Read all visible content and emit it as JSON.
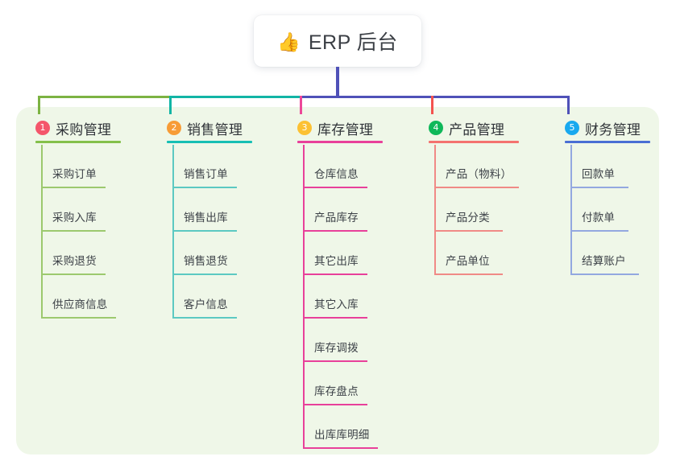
{
  "root": {
    "icon": "thumbs-up-icon",
    "emoji": "👍",
    "title": "ERP 后台"
  },
  "panel": {
    "background": "#eff7e8"
  },
  "connector": {
    "stem_color": "#4f51b8",
    "bus_segments": [
      {
        "color": "#7cb342"
      },
      {
        "color": "#12b5a5"
      },
      {
        "color": "#4f51b8"
      }
    ]
  },
  "columns": [
    {
      "number": "1",
      "title": "采购管理",
      "badge_color": "#f4566b",
      "rule_color": "#84c04a",
      "line_color": "#9cc96e",
      "drop_color": "#7cb342",
      "rule_width": 106,
      "items": [
        {
          "label": "采购订单",
          "rule_width": 80
        },
        {
          "label": "采购入库",
          "rule_width": 80
        },
        {
          "label": "采购退货",
          "rule_width": 80
        },
        {
          "label": "供应商信息",
          "rule_width": 93
        }
      ]
    },
    {
      "number": "2",
      "title": "销售管理",
      "badge_color": "#f79c36",
      "rule_color": "#17bfb4",
      "line_color": "#5cc9c2",
      "drop_color": "#12b5a5",
      "rule_width": 106,
      "items": [
        {
          "label": "销售订单",
          "rule_width": 80
        },
        {
          "label": "销售出库",
          "rule_width": 80
        },
        {
          "label": "销售退货",
          "rule_width": 80
        },
        {
          "label": "客户信息",
          "rule_width": 80
        }
      ]
    },
    {
      "number": "3",
      "title": "库存管理",
      "badge_color": "#fcc133",
      "rule_color": "#e8409a",
      "line_color": "#e8409a",
      "drop_color": "#ec4899",
      "rule_width": 106,
      "items": [
        {
          "label": "仓库信息",
          "rule_width": 80
        },
        {
          "label": "产品库存",
          "rule_width": 80
        },
        {
          "label": "其它出库",
          "rule_width": 80
        },
        {
          "label": "其它入库",
          "rule_width": 80
        },
        {
          "label": "库存调拨",
          "rule_width": 80
        },
        {
          "label": "库存盘点",
          "rule_width": 80
        },
        {
          "label": "出库库明细",
          "rule_width": 93
        }
      ]
    },
    {
      "number": "4",
      "title": "产品管理",
      "badge_color": "#0fb85a",
      "rule_color": "#f4726f",
      "line_color": "#f08a86",
      "drop_color": "#f4534f",
      "rule_width": 112,
      "items": [
        {
          "label": "产品（物料）",
          "rule_width": 105
        },
        {
          "label": "产品分类",
          "rule_width": 85
        },
        {
          "label": "产品单位",
          "rule_width": 85
        }
      ]
    },
    {
      "number": "5",
      "title": "财务管理",
      "badge_color": "#19a9ef",
      "rule_color": "#4a6fd4",
      "line_color": "#93a8e0",
      "drop_color": "#4f51b8",
      "rule_width": 106,
      "items": [
        {
          "label": "回款单",
          "rule_width": 72
        },
        {
          "label": "付款单",
          "rule_width": 72
        },
        {
          "label": "结算账户",
          "rule_width": 85
        }
      ]
    }
  ]
}
